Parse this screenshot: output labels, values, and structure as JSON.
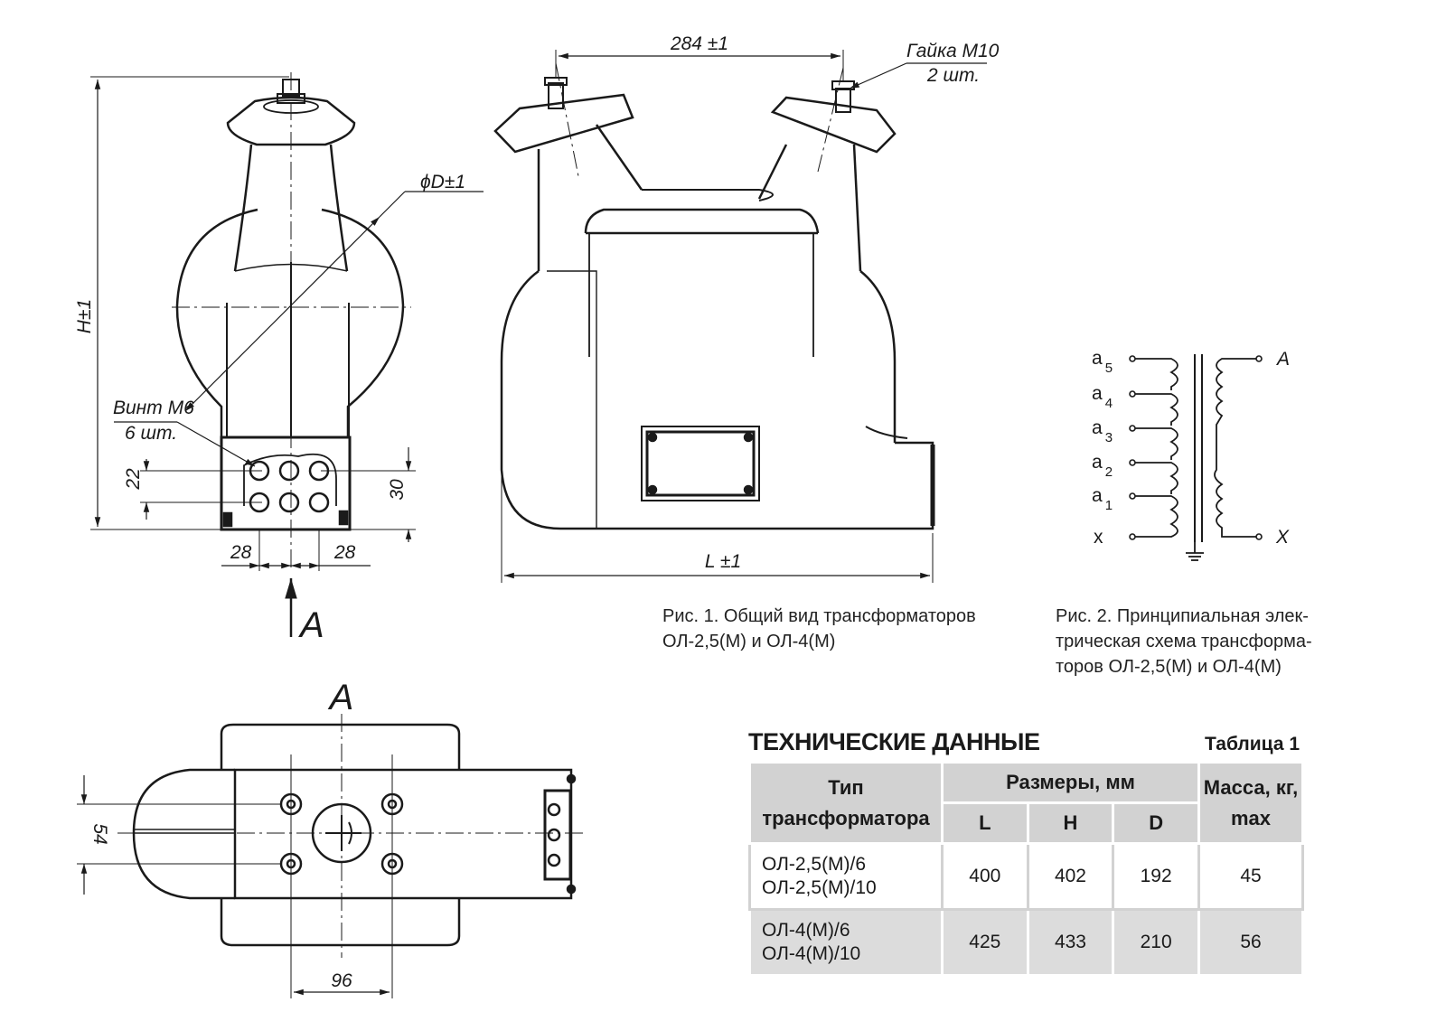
{
  "figure1": {
    "dimensions": {
      "height": "H±1",
      "diameter": "ϕD±1",
      "length": "L ±1",
      "terminal_spacing": "284 ±1",
      "screw_vertical_1": "22",
      "screw_vertical_2": "30",
      "screw_pitch_left": "28",
      "screw_pitch_right": "28",
      "bottom_width": "96",
      "bottom_offset": "54"
    },
    "notes": {
      "screw_label": "Винт М6",
      "screw_count": "6 шт.",
      "nut_label": "Гайка М10",
      "nut_count": "2 шт."
    },
    "view_arrow": "A",
    "view_title": "A",
    "caption_line1": "Рис. 1. Общий вид трансформаторов",
    "caption_line2": "ОЛ-2,5(М) и ОЛ-4(М)"
  },
  "figure2": {
    "secondary_taps": [
      "a",
      "a",
      "a",
      "a",
      "a",
      "x"
    ],
    "tap_indices": [
      "5",
      "4",
      "3",
      "2",
      "1"
    ],
    "primary_start": "A",
    "primary_end": "X",
    "caption_line1": "Рис. 2. Принципиальная элек-",
    "caption_line2": "трическая схема трансформа-",
    "caption_line3": "торов ОЛ-2,5(М) и ОЛ-4(М)"
  },
  "table": {
    "heading": "ТЕХНИЧЕСКИЕ ДАННЫЕ",
    "number": "Таблица 1",
    "col_type": "Тип трансформатора",
    "col_dims": "Размеры, мм",
    "col_L": "L",
    "col_H": "H",
    "col_D": "D",
    "col_mass": "Масса, кг, max",
    "rows": [
      {
        "type1": "ОЛ-2,5(М)/6",
        "type2": "ОЛ-2,5(М)/10",
        "L": "400",
        "H": "402",
        "D": "192",
        "mass": "45"
      },
      {
        "type1": "ОЛ-4(М)/6",
        "type2": "ОЛ-4(М)/10",
        "L": "425",
        "H": "433",
        "D": "210",
        "mass": "56"
      }
    ]
  }
}
